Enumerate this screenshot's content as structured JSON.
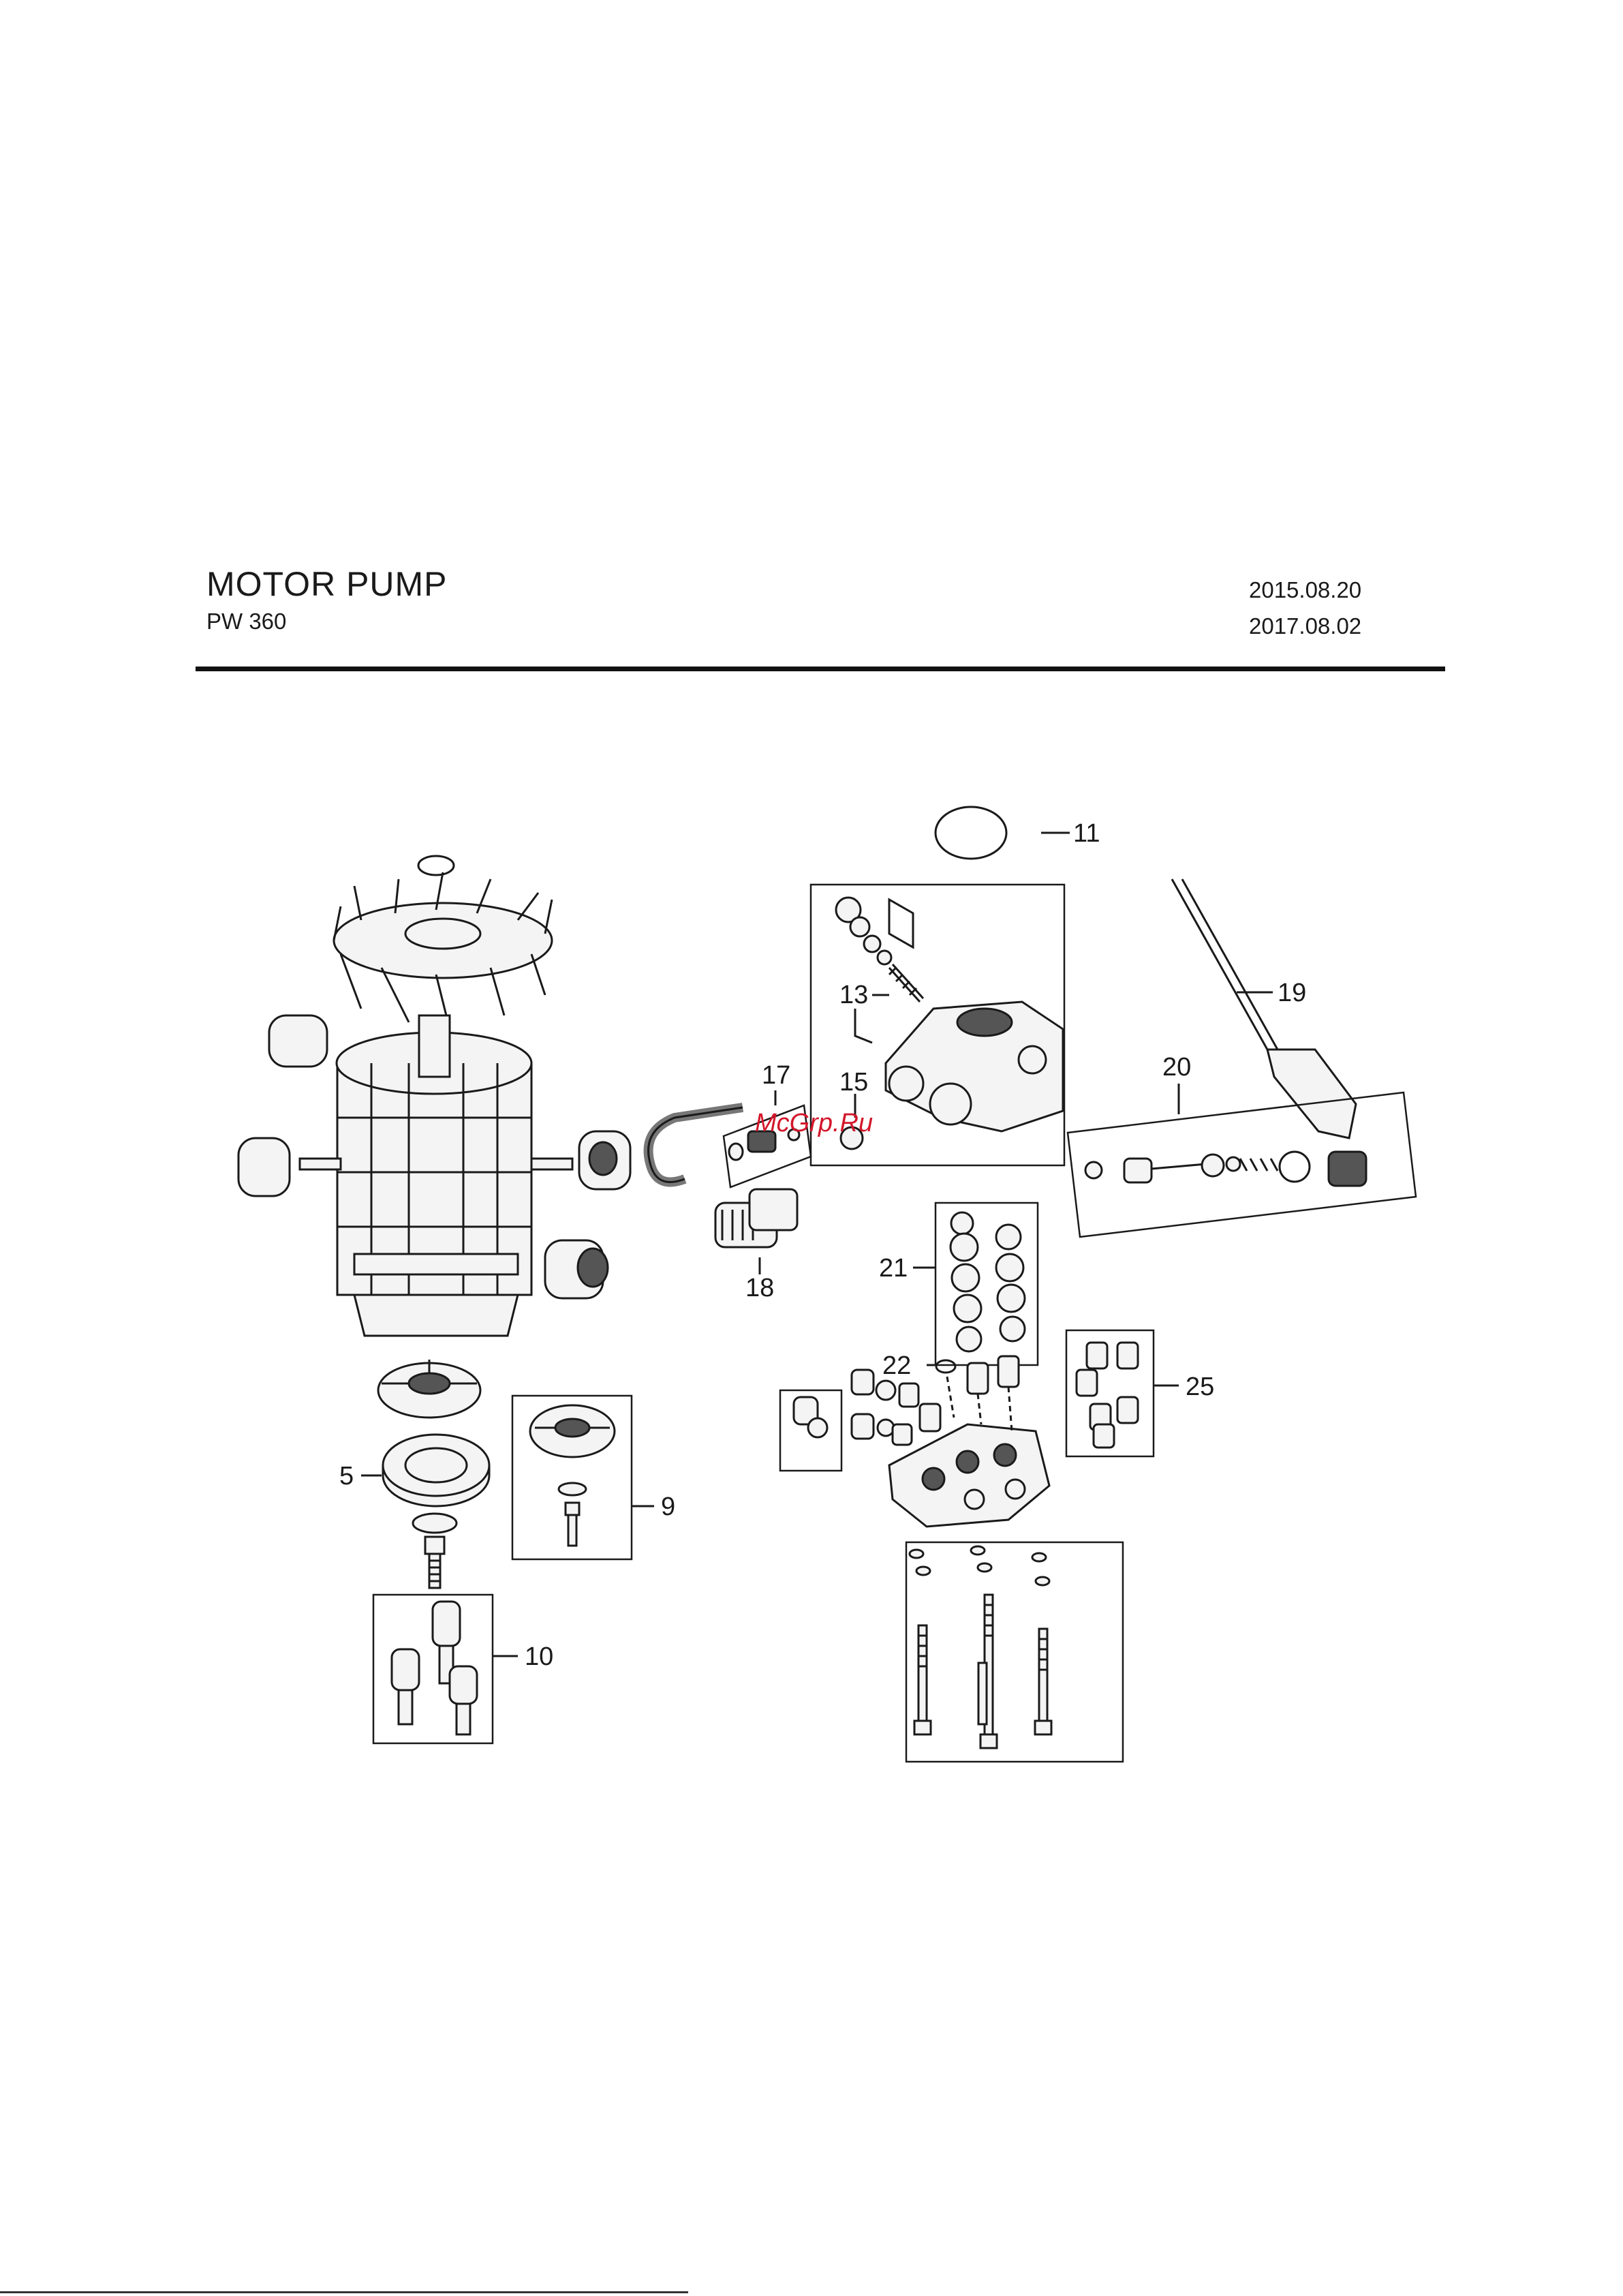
{
  "header": {
    "title": "MOTOR PUMP",
    "model": "PW 360",
    "date_created": "2015.08.20",
    "date_revised": "2017.08.02"
  },
  "callouts": [
    {
      "id": "c5",
      "label": "5"
    },
    {
      "id": "c9",
      "label": "9"
    },
    {
      "id": "c10",
      "label": "10"
    },
    {
      "id": "c11",
      "label": "11"
    },
    {
      "id": "c13",
      "label": "13"
    },
    {
      "id": "c15",
      "label": "15"
    },
    {
      "id": "c17",
      "label": "17"
    },
    {
      "id": "c18",
      "label": "18"
    },
    {
      "id": "c19",
      "label": "19"
    },
    {
      "id": "c20",
      "label": "20"
    },
    {
      "id": "c21",
      "label": "21"
    },
    {
      "id": "c22",
      "label": "22"
    },
    {
      "id": "c25",
      "label": "25"
    }
  ],
  "watermark": "McGrp.Ru"
}
